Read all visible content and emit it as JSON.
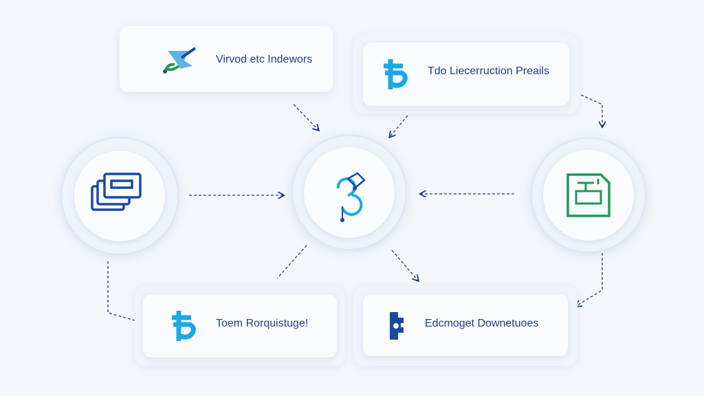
{
  "nodes": {
    "top_left": {
      "label": "Virvod etc Indewors",
      "icon": "wrench-leaf-icon"
    },
    "top_right": {
      "label": "Tdo Liecerruction Preails",
      "icon": "dollar-glyph-icon"
    },
    "bottom_left": {
      "label": "Toem Rorquistuge!",
      "icon": "dollar-glyph-icon"
    },
    "bottom_right": {
      "label": "Edcmoget Downetuoes",
      "icon": "puzzle-icon"
    },
    "circle_left": {
      "icon": "stacked-cards-icon"
    },
    "circle_center": {
      "icon": "network-hub-icon"
    },
    "circle_right": {
      "icon": "document-form-icon"
    }
  },
  "colors": {
    "text": "#1e3f8a",
    "cyan": "#1aa8e6",
    "navy": "#1a4aa0",
    "green": "#1c9a5a"
  }
}
